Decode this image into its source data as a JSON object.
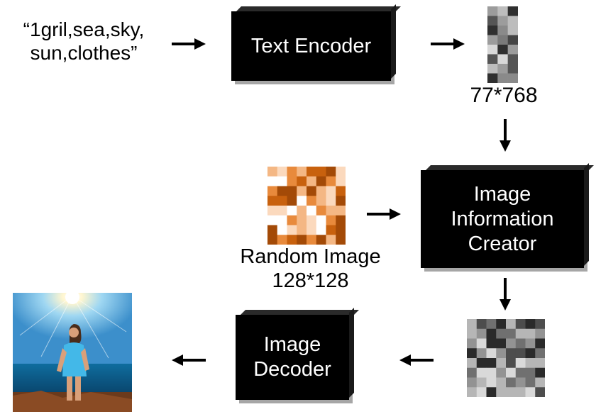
{
  "prompt": {
    "text": "“1gril,sea,sky,\nsun,clothes”"
  },
  "text_encoder": {
    "label": "Text Encoder"
  },
  "text_embedding": {
    "caption": "77*768",
    "colors": [
      "#2f2f2f",
      "#555555",
      "#7a7a7a",
      "#9c9c9c",
      "#bdbdbd",
      "#d8d8d8",
      "#454545",
      "#8a8a8a"
    ]
  },
  "image_information_creator": {
    "label": "Image\nInformation\nCreator"
  },
  "random_image": {
    "caption": "Random Image\n128*128",
    "colors": [
      "#c8610e",
      "#e88a3c",
      "#f4b784",
      "#fbd9bd",
      "#a34a07",
      "#ffffff"
    ]
  },
  "latent": {
    "colors": [
      "#2a2a2a",
      "#4d4d4d",
      "#707070",
      "#939393",
      "#b6b6b6",
      "#d9d9d9"
    ]
  },
  "image_decoder": {
    "label": "Image\nDecoder"
  },
  "output_image": {
    "icon": "generated-beach-photo"
  }
}
